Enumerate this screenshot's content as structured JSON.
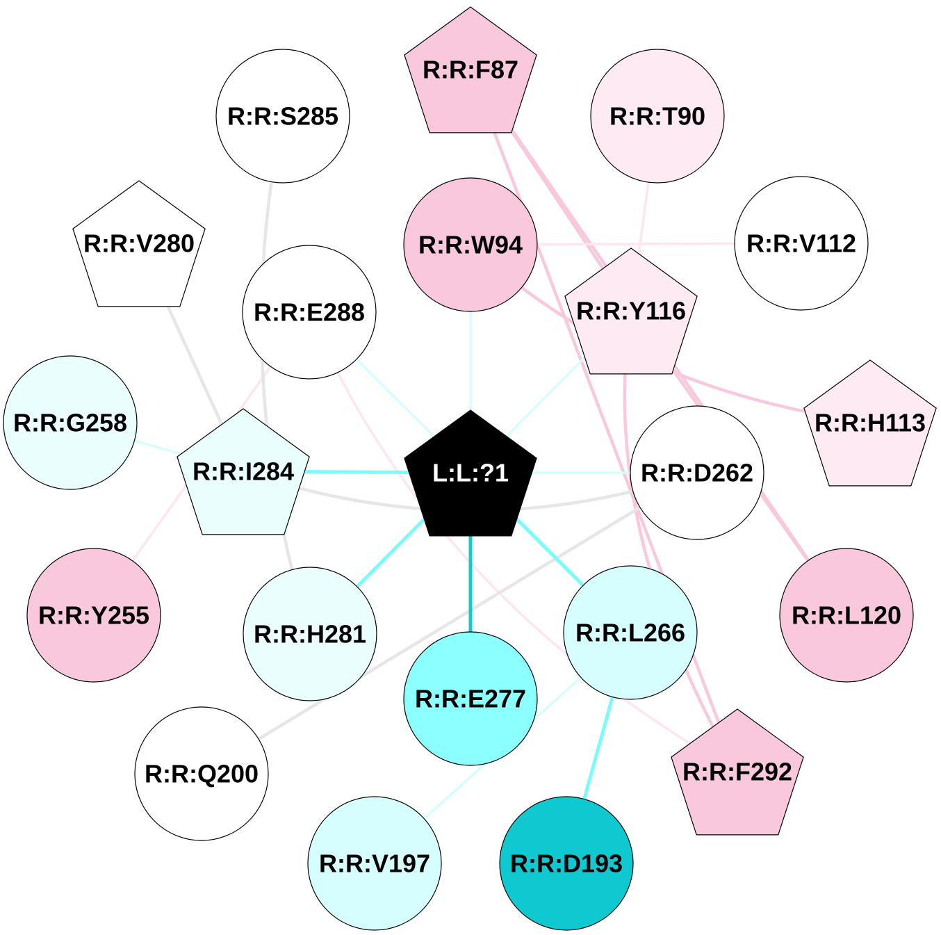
{
  "colors": {
    "white": "#ffffff",
    "pink_strong": "#f9c8dd",
    "pink_light": "#fdeaf2",
    "cyan_pale": "#eafefe",
    "cyan_light": "#d6fefe",
    "cyan_mid": "#8cffff",
    "cyan_dark": "#10c8d0",
    "black": "#000000",
    "edge_gray": "#e6e6e6",
    "edge_pink": "#f9c8dd",
    "edge_pink_light": "#fde6ee",
    "edge_cyan": "#7dfbfb",
    "edge_cyan_light": "#d6fefe",
    "edge_cyan_dark": "#18c8d0"
  },
  "nodes": [
    {
      "id": "L:L:?1",
      "label": "L:L:?1",
      "shape": "pentagon",
      "fill": "black",
      "text": "white"
    },
    {
      "id": "R:R:F87",
      "label": "R:R:F87",
      "shape": "pentagon",
      "fill": "pink_strong",
      "text": "black"
    },
    {
      "id": "R:R:S285",
      "label": "R:R:S285",
      "shape": "circle",
      "fill": "white",
      "text": "black"
    },
    {
      "id": "R:R:T90",
      "label": "R:R:T90",
      "shape": "circle",
      "fill": "pink_light",
      "text": "black"
    },
    {
      "id": "R:R:V280",
      "label": "R:R:V280",
      "shape": "pentagon",
      "fill": "white",
      "text": "black"
    },
    {
      "id": "R:R:W94",
      "label": "R:R:W94",
      "shape": "circle",
      "fill": "pink_strong",
      "text": "black"
    },
    {
      "id": "R:R:V112",
      "label": "R:R:V112",
      "shape": "circle",
      "fill": "white",
      "text": "black"
    },
    {
      "id": "R:R:E288",
      "label": "R:R:E288",
      "shape": "circle",
      "fill": "white",
      "text": "black"
    },
    {
      "id": "R:R:Y116",
      "label": "R:R:Y116",
      "shape": "pentagon",
      "fill": "pink_light",
      "text": "black"
    },
    {
      "id": "R:R:G258",
      "label": "R:R:G258",
      "shape": "circle",
      "fill": "cyan_pale",
      "text": "black"
    },
    {
      "id": "R:R:H113",
      "label": "R:R:H113",
      "shape": "pentagon",
      "fill": "pink_light",
      "text": "black"
    },
    {
      "id": "R:R:I284",
      "label": "R:R:I284",
      "shape": "pentagon",
      "fill": "cyan_pale",
      "text": "black"
    },
    {
      "id": "R:R:D262",
      "label": "R:R:D262",
      "shape": "circle",
      "fill": "white",
      "text": "black"
    },
    {
      "id": "R:R:Y255",
      "label": "R:R:Y255",
      "shape": "circle",
      "fill": "pink_strong",
      "text": "black"
    },
    {
      "id": "R:R:H281",
      "label": "R:R:H281",
      "shape": "circle",
      "fill": "cyan_pale",
      "text": "black"
    },
    {
      "id": "R:R:L266",
      "label": "R:R:L266",
      "shape": "circle",
      "fill": "cyan_light",
      "text": "black"
    },
    {
      "id": "R:R:L120",
      "label": "R:R:L120",
      "shape": "circle",
      "fill": "pink_strong",
      "text": "black"
    },
    {
      "id": "R:R:E277",
      "label": "R:R:E277",
      "shape": "circle",
      "fill": "cyan_mid",
      "text": "black"
    },
    {
      "id": "R:R:Q200",
      "label": "R:R:Q200",
      "shape": "circle",
      "fill": "white",
      "text": "black"
    },
    {
      "id": "R:R:F292",
      "label": "R:R:F292",
      "shape": "pentagon",
      "fill": "pink_strong",
      "text": "black"
    },
    {
      "id": "R:R:V197",
      "label": "R:R:V197",
      "shape": "circle",
      "fill": "cyan_light",
      "text": "black"
    },
    {
      "id": "R:R:D193",
      "label": "R:R:D193",
      "shape": "circle",
      "fill": "cyan_dark",
      "text": "black"
    }
  ],
  "edges": [
    {
      "from": "R:R:F87",
      "to": "R:R:Y116",
      "color": "edge_pink"
    },
    {
      "from": "R:R:F87",
      "to": "R:R:L120",
      "color": "edge_pink"
    },
    {
      "from": "R:R:F87",
      "to": "R:R:F292",
      "color": "edge_pink"
    },
    {
      "from": "R:R:W94",
      "to": "R:R:H113",
      "color": "edge_pink"
    },
    {
      "from": "R:R:Y116",
      "to": "R:R:L120",
      "color": "edge_pink"
    },
    {
      "from": "R:R:Y116",
      "to": "R:R:F292",
      "color": "edge_pink"
    },
    {
      "from": "R:R:T90",
      "to": "R:R:Y116",
      "color": "edge_pink_light"
    },
    {
      "from": "R:R:W94",
      "to": "R:R:V112",
      "color": "edge_pink_light"
    },
    {
      "from": "R:R:E288",
      "to": "R:R:Y255",
      "color": "edge_pink_light"
    },
    {
      "from": "R:R:E288",
      "to": "R:R:F292",
      "color": "edge_pink_light"
    },
    {
      "from": "R:R:S285",
      "to": "R:R:H281",
      "color": "edge_gray"
    },
    {
      "from": "R:R:V280",
      "to": "R:R:I284",
      "color": "edge_gray"
    },
    {
      "from": "R:R:I284",
      "to": "R:R:D262",
      "color": "edge_gray"
    },
    {
      "from": "R:R:D262",
      "to": "R:R:Q200",
      "color": "edge_gray"
    },
    {
      "from": "R:R:W94",
      "to": "L:L:?1",
      "color": "edge_cyan_light"
    },
    {
      "from": "R:R:E288",
      "to": "L:L:?1",
      "color": "edge_cyan_light"
    },
    {
      "from": "R:R:Y116",
      "to": "L:L:?1",
      "color": "edge_cyan_light"
    },
    {
      "from": "R:R:D262",
      "to": "L:L:?1",
      "color": "edge_cyan_light"
    },
    {
      "from": "R:R:G258",
      "to": "R:R:I284",
      "color": "edge_cyan_light"
    },
    {
      "from": "R:R:L266",
      "to": "R:R:V197",
      "color": "edge_cyan_light"
    },
    {
      "from": "R:R:I284",
      "to": "L:L:?1",
      "color": "edge_cyan"
    },
    {
      "from": "R:R:H281",
      "to": "L:L:?1",
      "color": "edge_cyan"
    },
    {
      "from": "R:R:L266",
      "to": "L:L:?1",
      "color": "edge_cyan"
    },
    {
      "from": "R:R:L266",
      "to": "R:R:D193",
      "color": "edge_cyan"
    },
    {
      "from": "R:R:E277",
      "to": "L:L:?1",
      "color": "edge_cyan_dark"
    }
  ]
}
